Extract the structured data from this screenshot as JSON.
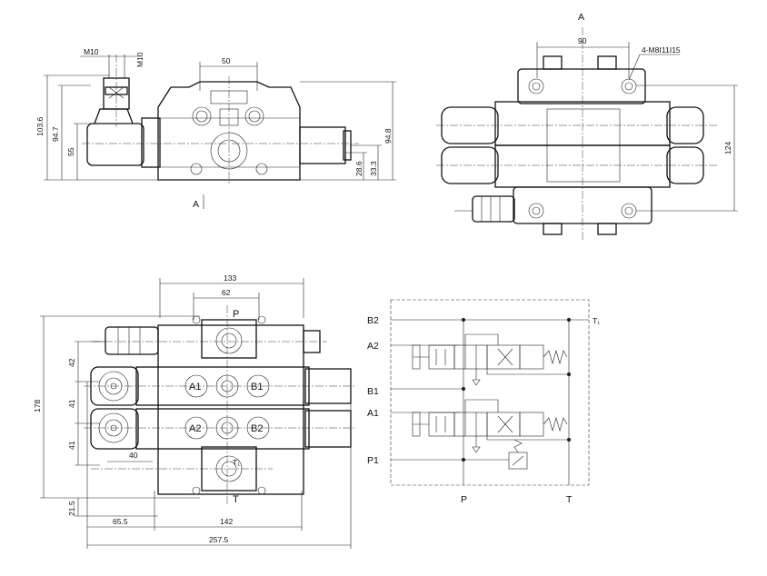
{
  "side_view": {
    "dims": {
      "m10_a": "M10",
      "m10_b": "M10",
      "w50": "50",
      "h103_6": "103.6",
      "h94_7": "94.7",
      "h55": "55",
      "h94_8": "94.8",
      "h28_6": "28.6",
      "h33_3": "33.3"
    },
    "section_label": "A"
  },
  "end_view": {
    "title": "A",
    "dims": {
      "w90": "90",
      "holes": "4-M8Ⅰ11Ⅰ15",
      "h124": "124"
    }
  },
  "top_view": {
    "dims": {
      "w133": "133",
      "w62": "62",
      "h178": "178",
      "h42": "42",
      "h41a": "41",
      "h41b": "41",
      "w40": "40",
      "h21_5": "21.5",
      "w65_5": "65.5",
      "w142": "142",
      "w257_5": "257.5"
    },
    "ports": {
      "p": "P",
      "t": "T",
      "t1": "T₁",
      "a1": "A1",
      "b1": "B1",
      "a2": "A2",
      "b2": "B2"
    }
  },
  "schematic": {
    "labels": {
      "b2": "B2",
      "a2": "A2",
      "b1": "B1",
      "a1": "A1",
      "p1": "P1",
      "p": "P",
      "t": "T",
      "t1": "T₁"
    }
  }
}
